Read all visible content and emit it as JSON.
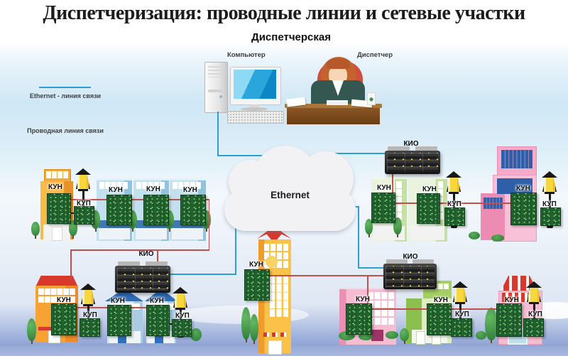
{
  "title": "Диспетчеризация: проводные линии и сетевые участки",
  "dispatcher_room": {
    "title": "Диспетчерская",
    "computer_label": "Компьютер",
    "dispatcher_label": "Диспетчер"
  },
  "legend": {
    "ethernet_label": "Ethernet - линия связи",
    "wired_label": "Проводная линия связи",
    "ethernet_color": "#2b9fd8",
    "wired_color": "#c0504d"
  },
  "cloud": {
    "label": "Ethernet"
  },
  "device_labels": {
    "kun": "КУН",
    "kup": "КУП",
    "kio": "КИО"
  }
}
